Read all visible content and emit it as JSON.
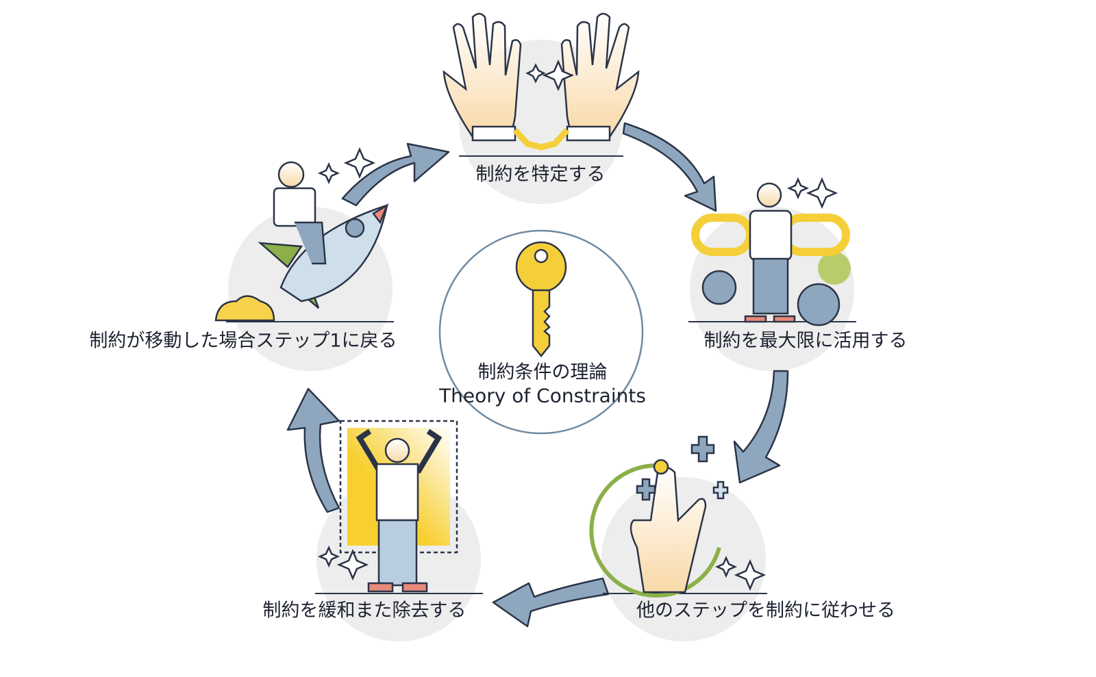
{
  "title": {
    "japanese": "制約条件の理論",
    "english": "Theory of Constraints"
  },
  "steps": [
    {
      "label": "制約を特定する",
      "icon": "handcuffed-hands-icon"
    },
    {
      "label": "制約を最大限に活用する",
      "icon": "person-with-chains-and-gears-icon"
    },
    {
      "label": "他のステップを制約に従わせる",
      "icon": "pointing-hand-icon"
    },
    {
      "label": "制約を緩和また除去する",
      "icon": "person-breaking-out-icon"
    },
    {
      "label": "制約が移動した場合ステップ1に戻る",
      "icon": "person-riding-rocket-icon"
    }
  ],
  "colors": {
    "arrow": "#8ea7bf",
    "outline": "#2b3447",
    "circle_bg": "#ededed",
    "key": "#f5cf3a",
    "ring": "#6e8aa3"
  }
}
